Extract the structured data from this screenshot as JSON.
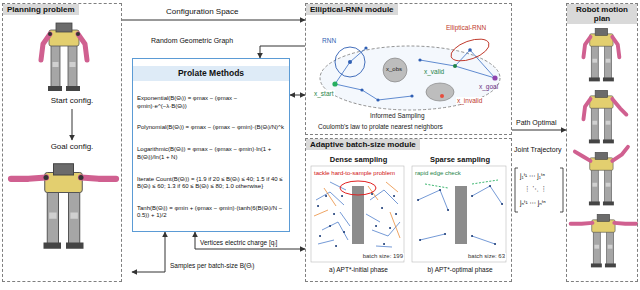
{
  "diagram": {
    "nodes": [
      {
        "text": [
          "Planning problem"
        ]
      },
      {
        "text": [
          "Start config."
        ],
        "in": 0
      },
      {
        "text": [
          "Goal config."
        ],
        "in": 0
      },
      {
        "text": [
          "Prolate Methods",
          "Exponential(B(Θᵢ)) = φmax − (φmax − φmin)·e^(−λ·B(Θᵢ))",
          "Polynomial(B(Θᵢ)) = φmax − (φmax − φmin)·(B(Θᵢ)/N)^k",
          "Logarithmic(B(Θᵢ)) = φmax − (φmax − φmin)·ln(1 + B(Θᵢ))/ln(1 + N)",
          "Iterate Count(B(Θᵢ)) = {1.9 if 20 ≤ B(Θᵢ) ≤ 40; 1.5 if 40 ≤ B(Θᵢ) ≤ 60; 1.3 if 60 ≤ B(Θᵢ) ≤ 80; 1.0 otherwise}",
          "Tanh(B(Θᵢ)) = φmin + (φmax − φmin)·(tanh(6(B(Θᵢ)/N − 0.5)) + 1)/2"
        ]
      },
      {
        "text": [
          "Elliptical-RNN module"
        ]
      },
      {
        "text": [
          "Adaptive batch-size module"
        ]
      },
      {
        "text": [
          "Dense sampling",
          "tackle hard-to-sample problem",
          "batch size: 199",
          "a) APT*-initial phase"
        ],
        "in": 5
      },
      {
        "text": [
          "Sparse sampling",
          "rapid edge check",
          "batch size: 63",
          "b) APT*-optimal phase"
        ],
        "in": 5
      },
      {
        "text": [
          "Robot motion plan"
        ]
      }
    ],
    "edges": [
      {
        "from": 0,
        "to": 4,
        "label": "Configuration Space",
        "arrow": "to"
      },
      {
        "from": 4,
        "to": 3,
        "label": "Random Geometric Graph",
        "arrow": "to"
      },
      {
        "from": 3,
        "to": 4,
        "arrow": "both"
      },
      {
        "from": 3,
        "to": 5,
        "label": "Vertices electric charge [qᵢ]",
        "arrow": "both"
      },
      {
        "from": 5,
        "to": 3,
        "label": "Samples per batch-size B(Θᵢ)",
        "arrow": "both"
      },
      {
        "from": 4,
        "to": 8,
        "label": "Path Optimal",
        "arrow": "to"
      },
      {
        "from": 1,
        "to": 2,
        "arrow": "to"
      }
    ],
    "labels": [
      "RNN",
      "Elliptical-RNN",
      "x_start",
      "x_obs",
      "x_valid",
      "x_goal",
      "x_invalid",
      "Informed Sampling",
      "Coulomb's law to prolate nearest neighbors",
      "Joint Trajectory",
      "j₁ᵗ¹ ⋯ j₁ᵗⁿ",
      "⋮ ⋱ ⋮",
      "jₙᵗ¹ ⋯ jₙᵗⁿ"
    ]
  }
}
